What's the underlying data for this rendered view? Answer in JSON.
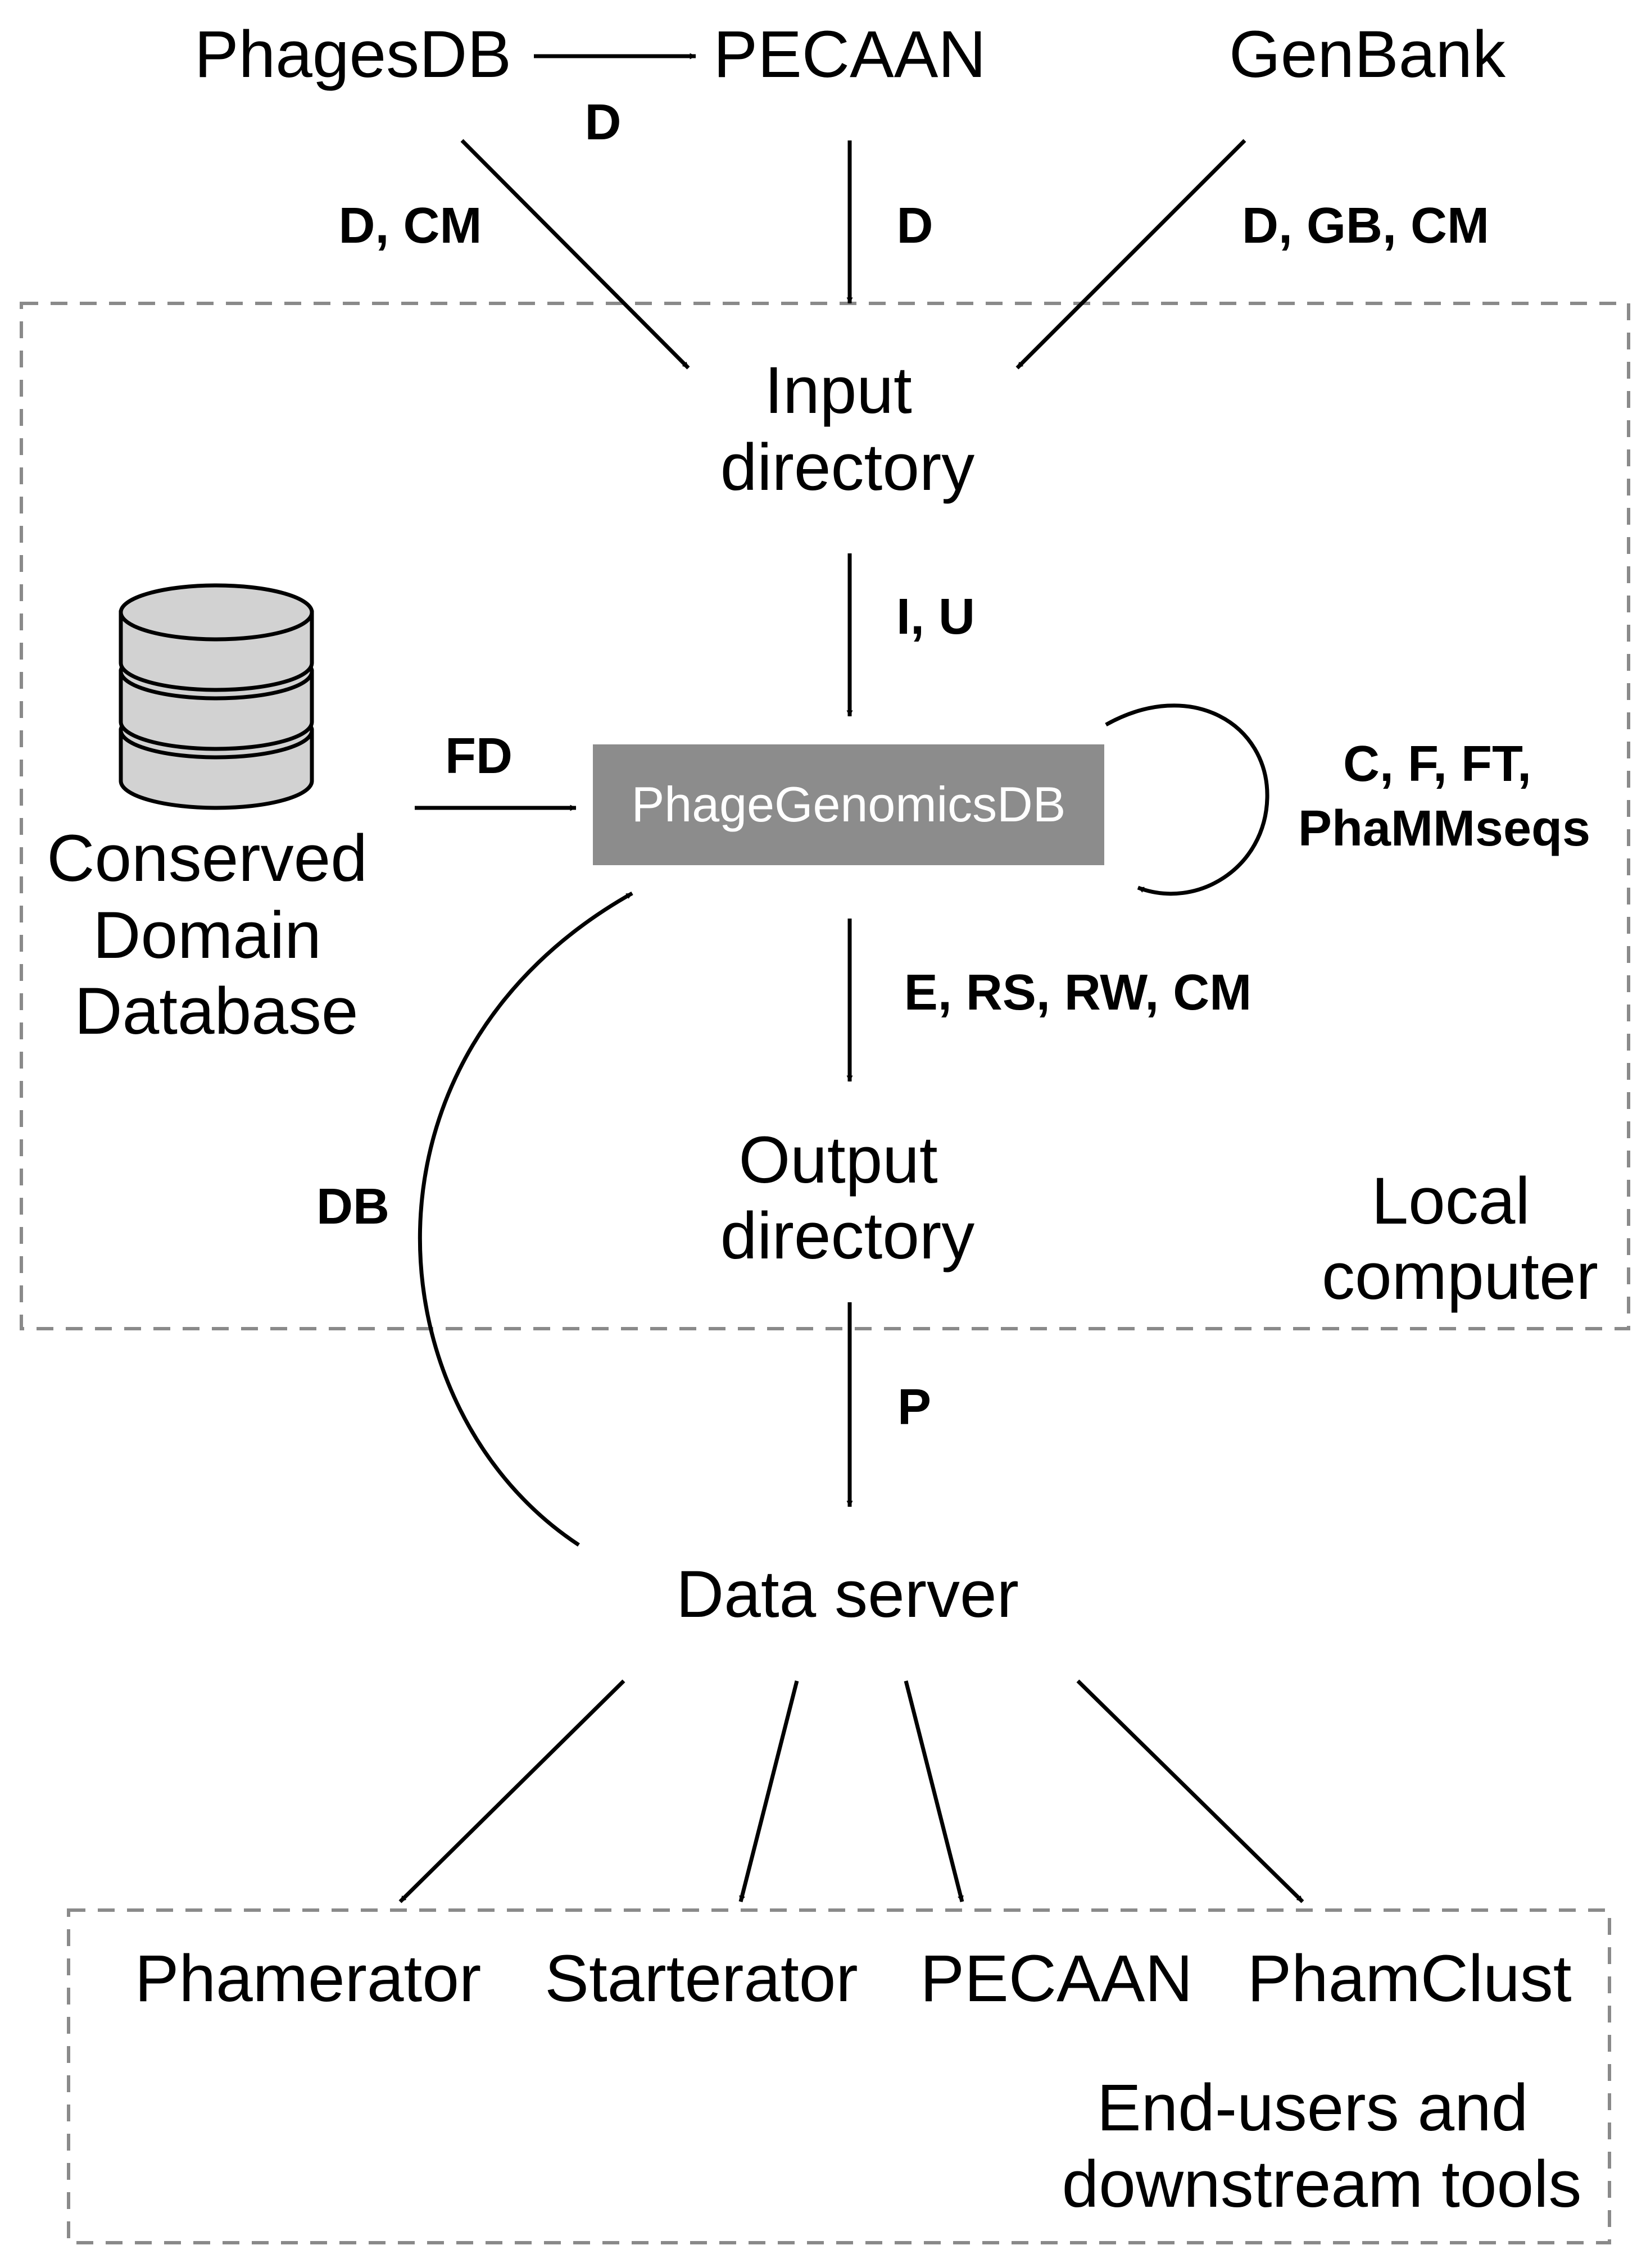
{
  "nodes": {
    "phagesdb": "PhagesDB",
    "pecaan_top": "PECAAN",
    "genbank": "GenBank",
    "input_dir": [
      "Input",
      "directory"
    ],
    "cdd": [
      "Conserved",
      "Domain",
      "Database"
    ],
    "phagegenomicsdb": "PhageGenomicsDB",
    "output_dir": [
      "Output",
      "directory"
    ],
    "data_server": "Data server",
    "phamerator": "Phamerator",
    "starterator": "Starterator",
    "pecaan_bottom": "PECAAN",
    "phamclust": "PhamClust"
  },
  "regions": {
    "local_computer": [
      "Local",
      "computer"
    ],
    "end_users": [
      "End-users and",
      "downstream tools"
    ]
  },
  "edge_labels": {
    "phagesdb_to_pecaan": "D",
    "phagesdb_to_input": "D, CM",
    "pecaan_to_input": "D",
    "genbank_to_input": "D, GB, CM",
    "input_to_db": "I, U",
    "cdd_to_db": "FD",
    "db_loop": [
      "C, F, FT,",
      "PhaMMseqs"
    ],
    "db_to_output": "E, RS, RW, CM",
    "output_to_server": "P",
    "server_to_db": "DB"
  },
  "colors": {
    "db_box": "#8c8c8c",
    "dashed_border": "#8a8a8a",
    "cylinder_fill": "#d2d2d2"
  },
  "icons": {
    "cdd": "database-cylinder-icon"
  }
}
